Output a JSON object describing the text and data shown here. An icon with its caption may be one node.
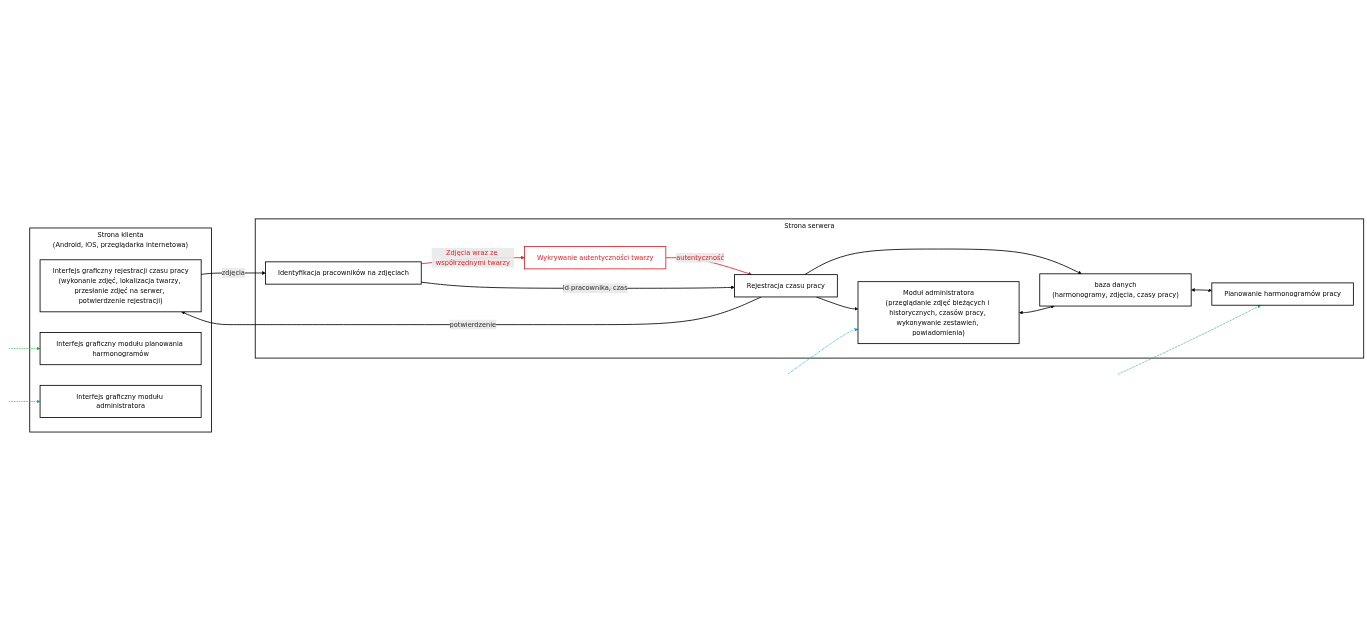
{
  "diagram": {
    "nodes": [
      {
        "text": [
          "Strona klienta",
          "(Android, iOS, przeglądarka internetowa)"
        ]
      },
      {
        "text": [
          "Interfejs graficzny rejestracji czasu pracy",
          "(wykonanie zdjęć, lokalizacja twarzy, przesłanie zdjęć na serwer, potwierdzenie rejestracji)"
        ],
        "in": 0
      },
      {
        "text": [
          "Interfejs graficzny modułu planowania harmonogramów"
        ],
        "in": 0
      },
      {
        "text": [
          "Interfejs graficzny modułu administratora"
        ],
        "in": 0
      },
      {
        "text": [
          "Strona serwera"
        ]
      },
      {
        "text": [
          "Identyfikacja pracowników na zdjęciach"
        ],
        "in": 4
      },
      {
        "text": [
          "Planowanie harmonogramów pracy"
        ],
        "in": 4
      },
      {
        "text": [
          "Wykrywanie autentyczności twarzy"
        ],
        "in": 4
      },
      {
        "text": [
          "Moduł administratora",
          "(przeglądanie zdjęć bieżących i historycznych, czasów pracy, wykonywanie zestawień, powiadomienia)"
        ],
        "in": 4
      },
      {
        "text": [
          "Rejestracja czasu pracy"
        ],
        "in": 4
      },
      {
        "text": [
          "baza danych",
          "(harmonogramy, zdjęcia, czasy pracy)"
        ],
        "in": 4
      }
    ],
    "edges": [
      {
        "from": 1,
        "to": 5,
        "arrow": "to",
        "label": "zdjęcia"
      },
      {
        "from": 9,
        "to": 1,
        "arrow": "to",
        "label": "potwierdzenie"
      },
      {
        "from": 5,
        "to": 7,
        "arrow": "to",
        "label": "Zdjęcia wraz ze współrzędnymi twarzy",
        "color": "#e81c24"
      },
      {
        "from": 7,
        "to": 9,
        "arrow": "to",
        "label": "autentyczność",
        "color": "#e81c24"
      },
      {
        "from": 5,
        "to": 9,
        "arrow": "to",
        "label": "Id pracownika, czas"
      },
      {
        "from": 9,
        "to": 8,
        "arrow": "to"
      },
      {
        "from": 9,
        "to": 10,
        "arrow": "to"
      },
      {
        "from": 8,
        "to": 10,
        "arrow": "both"
      },
      {
        "from": 10,
        "to": 6,
        "arrow": "both"
      },
      {
        "from": null,
        "to": 6,
        "arrow": "to",
        "style": "dashed",
        "color": "#22b14c"
      },
      {
        "from": null,
        "to": 2,
        "arrow": "to",
        "style": "dashed",
        "color": "#22b14c"
      },
      {
        "from": null,
        "to": 8,
        "arrow": "to",
        "style": "dashed",
        "color": "#00a2e8"
      },
      {
        "from": null,
        "to": 3,
        "arrow": "to",
        "style": "dashed",
        "color": "#00a2e8"
      }
    ]
  }
}
